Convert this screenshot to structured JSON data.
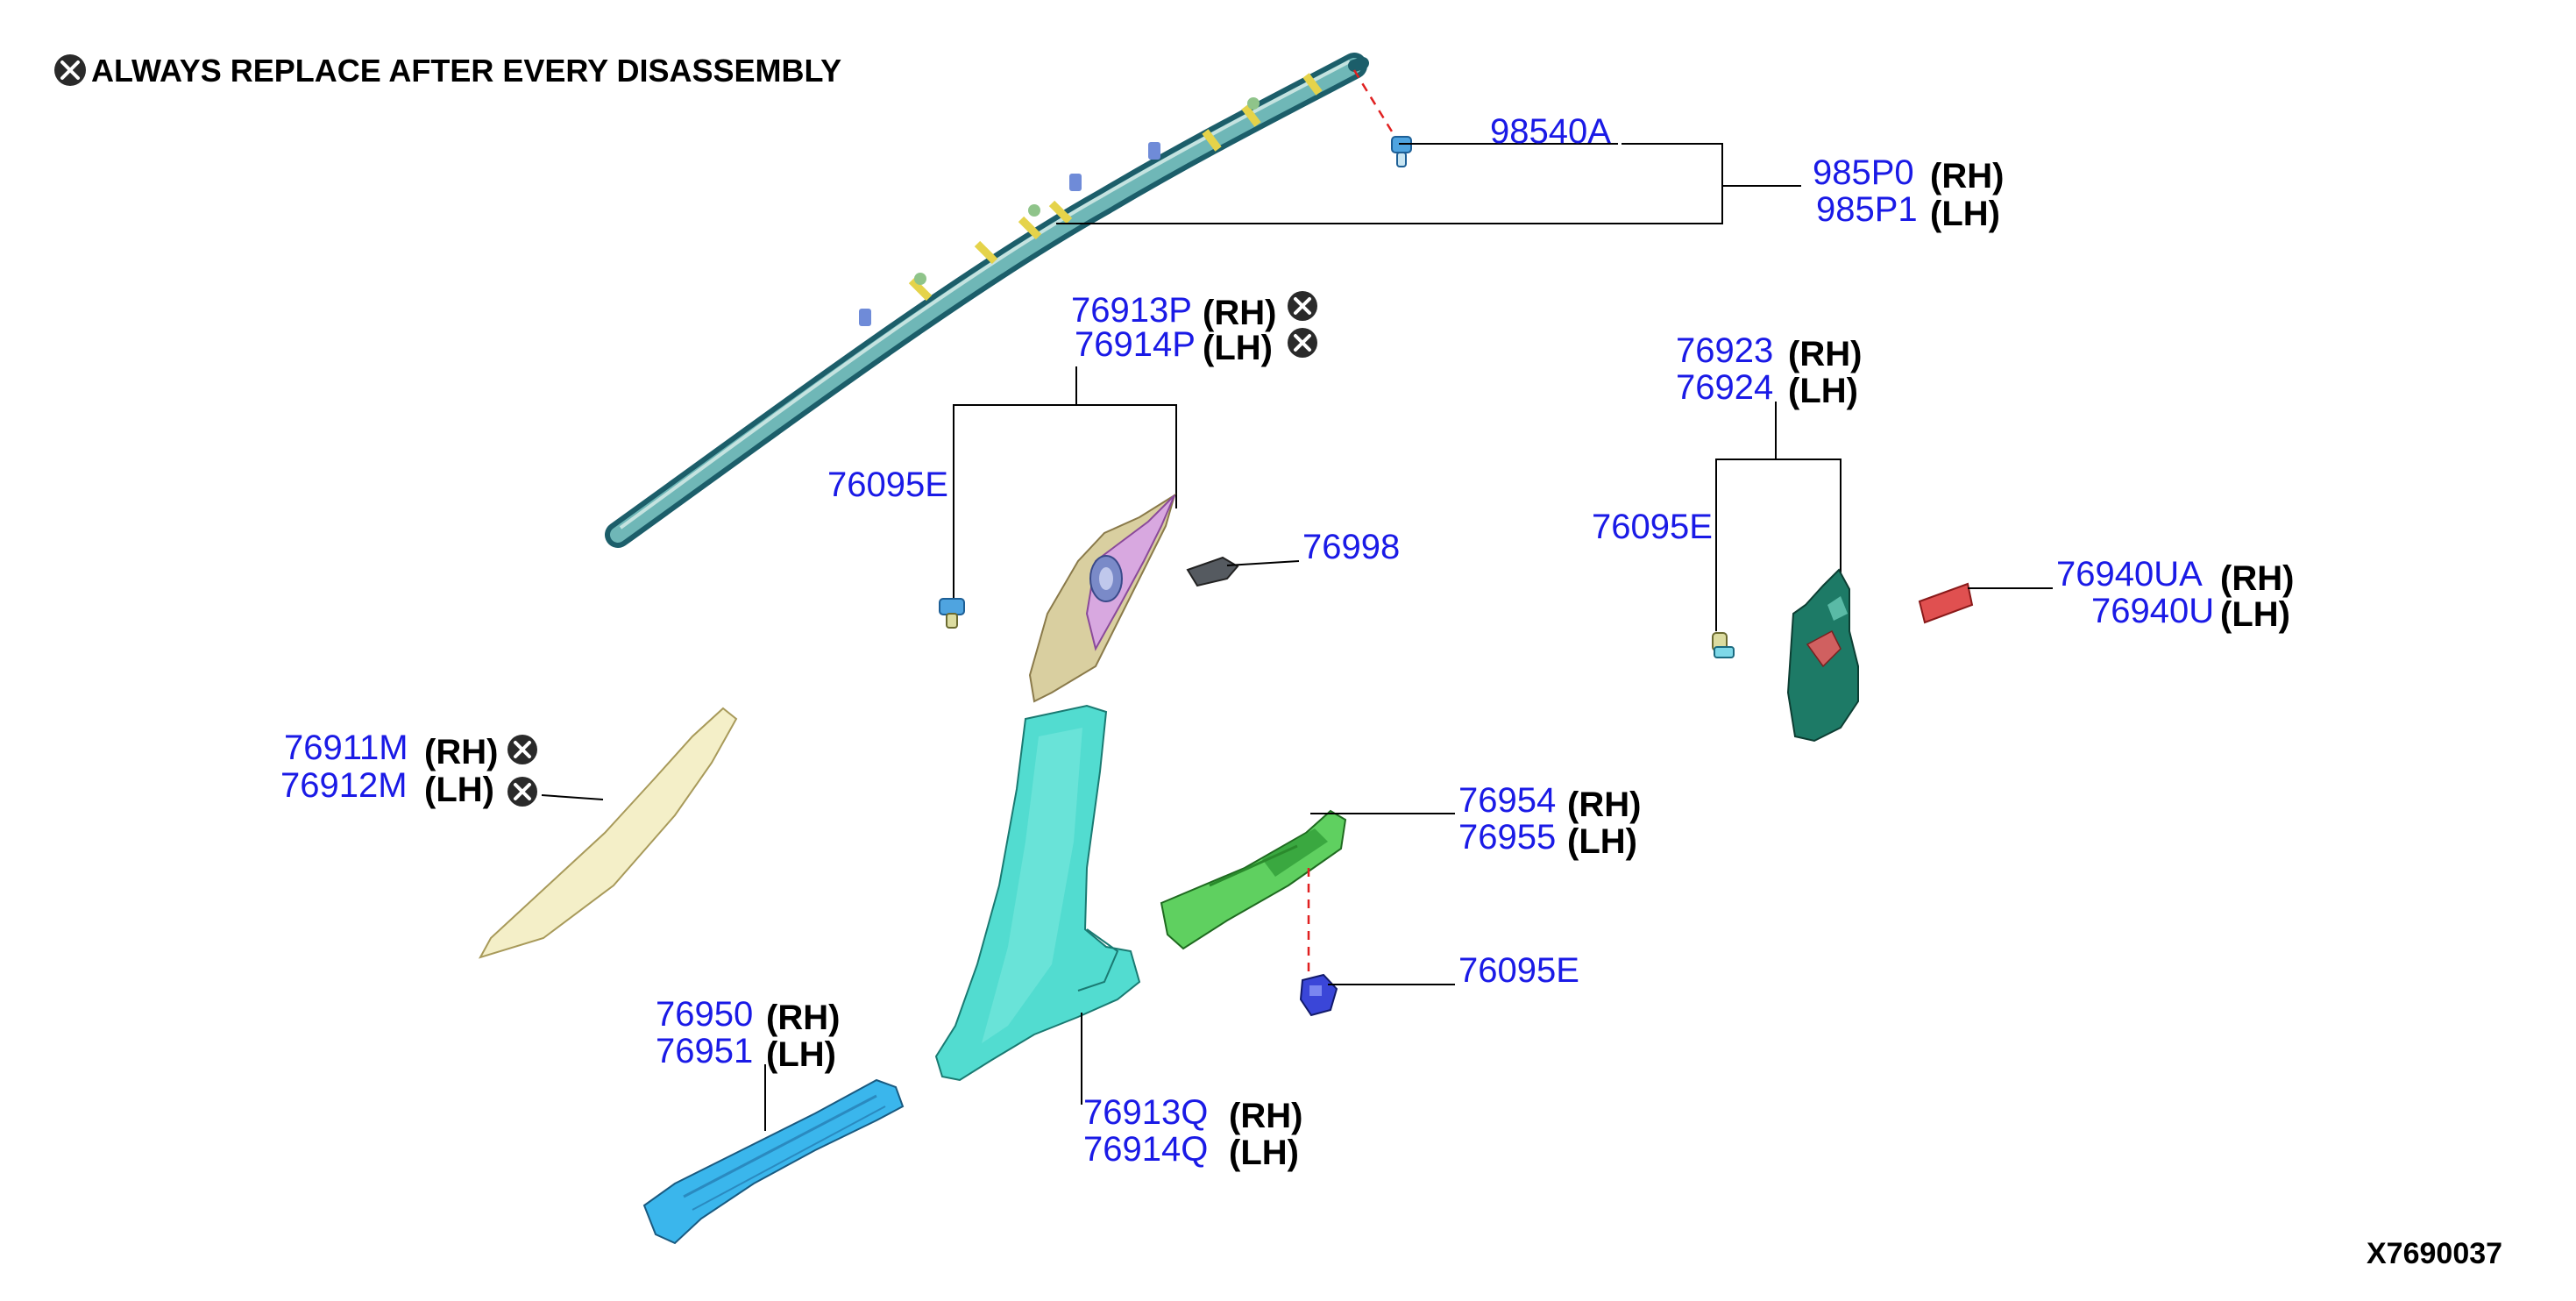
{
  "note": {
    "text": "ALWAYS REPLACE AFTER EVERY DISASSEMBLY",
    "icon": "replace-x-icon"
  },
  "diagram_code": "X7690037",
  "colors": {
    "part_number": "#1a1ae6",
    "leader": "#000000",
    "dashed_leader": "#e02020"
  },
  "labels": {
    "p98540a": "98540A",
    "p985p0": "985P0",
    "p985p1": "985P1",
    "p76913p": "76913P",
    "p76914p": "76914P",
    "p76095e_upper": "76095E",
    "p76998": "76998",
    "p76923": "76923",
    "p76924": "76924",
    "p76095e_right": "76095E",
    "p76940ua": "76940UA",
    "p76940u": "76940U",
    "p76911m": "76911M",
    "p76912m": "76912M",
    "p76954": "76954",
    "p76955": "76955",
    "p76095e_lower": "76095E",
    "p76950": "76950",
    "p76951": "76951",
    "p76913q": "76913Q",
    "p76914q": "76914Q"
  },
  "sides": {
    "rh": "(RH)",
    "lh": "(LH)"
  }
}
